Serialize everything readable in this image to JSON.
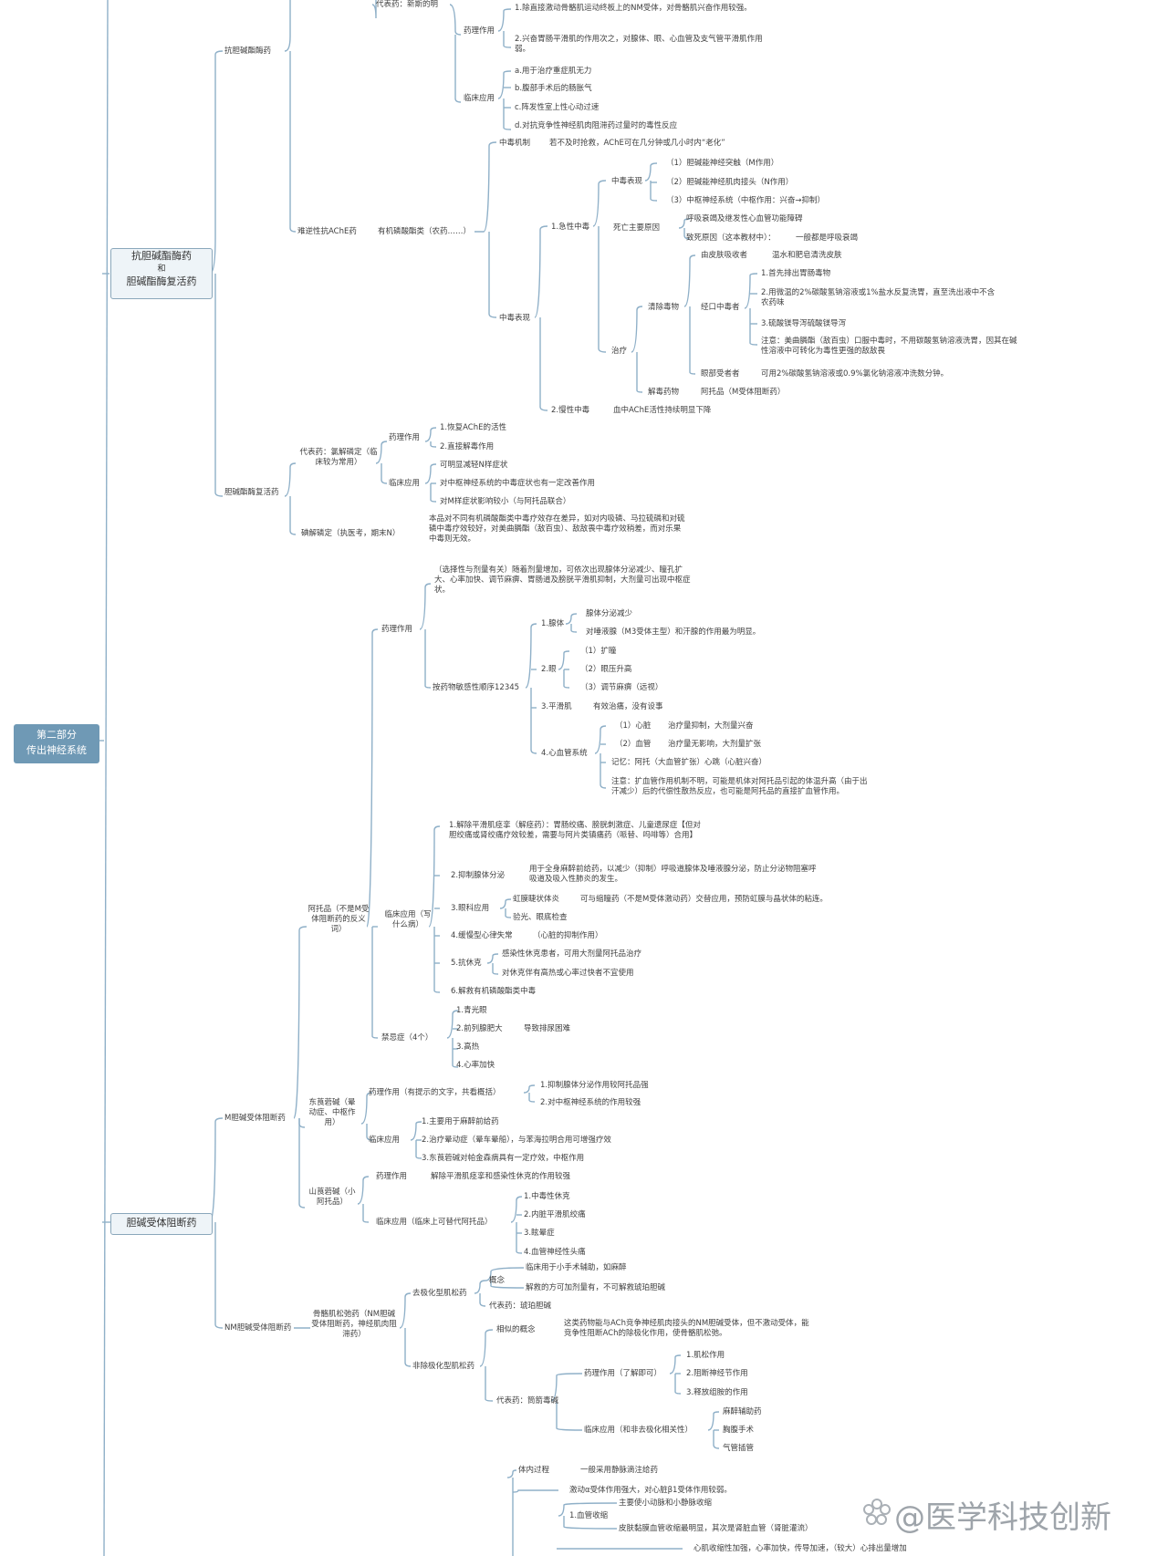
{
  "root": {
    "line1": "第二部分",
    "line2": "传出神经系统"
  },
  "sections": {
    "anti_che": {
      "line1": "抗胆碱酯酶药",
      "line2": "和",
      "line3": "胆碱酯酶复活药"
    },
    "cholinoceptor": {
      "label": "胆碱受体阻断药"
    }
  },
  "nodes": {
    "n001": "代表药：新斯的明",
    "n002": "药理作用",
    "n003": "1.除直接激动骨骼肌运动终板上的NM受体，对骨骼肌兴奋作用较强。",
    "n004": "2.兴奋胃肠平滑肌的作用次之，对腺体、眼、心血管及支气管平滑肌作用弱。",
    "n005": "抗胆碱酯酶药",
    "n006": "临床应用",
    "n007": "a.用于治疗重症肌无力",
    "n008": "b.腹部手术后的肠胀气",
    "n009": "c.阵发性室上性心动过速",
    "n010": "d.对抗竞争性神经肌肉阻滞药过量时的毒性反应",
    "n011": "中毒机制",
    "n012": "若不及时抢救，AChE可在几分钟或几小时内“老化”",
    "n013": "中毒表现",
    "n014": "（1）胆碱能神经突触（M作用）",
    "n015": "（2）胆碱能神经肌肉接头（N作用）",
    "n016": "（3）中枢神经系统（中枢作用：兴奋→抑制）",
    "n017": "死亡主要原因",
    "n018": "呼吸衰竭及继发性心血管功能障碍",
    "n019": "致死原因（这本教材中）：",
    "n020": "一般都是呼吸衰竭",
    "n021": "1.急性中毒",
    "n022": "难逆性抗AChE药",
    "n023": "有机磷酸酯类（农药……）",
    "n024": "由皮肤吸收者",
    "n025": "温水和肥皂清洗皮肤",
    "n026": "1.首先排出胃肠毒物",
    "n027": "2.用微温的2%碳酸氢钠溶液或1%盐水反复洗胃，直至洗出液中不含农药味",
    "n028": "经口中毒者",
    "n029": "3.硫酸镁导泻硫酸镁导泻",
    "n030": "注意：美曲膦酯（敌百虫）口服中毒时，不用碳酸氢钠溶液洗胃，因其在碱性溶液中可转化为毒性更强的敌敌畏",
    "n031": "清除毒物",
    "n032": "治疗",
    "n033": "眼部受者者",
    "n034": "可用2%碳酸氢钠溶液或0.9%氯化钠溶液冲洗数分钟。",
    "n035": "解毒药物",
    "n036": "阿托品（M受体阻断药）",
    "n037": "中毒表现",
    "n038": "2.慢性中毒",
    "n039": "血中AChE活性持续明显下降",
    "n040": "药理作用",
    "n041": "1.恢复AChE的活性",
    "n042": "2.直接解毒作用",
    "n043": "代表药：氯解磷定（临床较为常用）",
    "n044": "可明显减轻N样症状",
    "n045": "对中枢神经系统的中毒症状也有一定改善作用",
    "n046": "对M样症状影响较小（与阿托品联合）",
    "n047": "胆碱酯酶复活药",
    "n048": "临床应用",
    "n049": "碘解磷定（执医考，期末N）",
    "n050": "本品对不同有机磷酸酯类中毒疗效存在差异，如对内吸磷、马拉硫磷和对硫磷中毒疗效较好，对美曲膦酯（敌百虫）、敌敌畏中毒疗效稍差，而对乐果中毒则无效。",
    "n051": "（选择性与剂量有关）随着剂量增加，可依次出现腺体分泌减少、瞳孔扩大、心率加快、调节麻痹、胃肠道及膀胱平滑肌抑制，大剂量可出现中枢症状。",
    "n052": "药理作用",
    "n053": "1.腺体",
    "n054": "腺体分泌减少",
    "n055": "对唾液腺（M3受体主型）和汗腺的作用最为明显。",
    "n056": "（1）扩瞳",
    "n057": "2.眼",
    "n058": "（2）眼压升高",
    "n059": "（3）调节麻痹（远视）",
    "n060": "按药物敏感性顺序12345",
    "n061": "3.平滑肌",
    "n062": "有效治痛，没有设事",
    "n063": "（1）心脏",
    "n064": "治疗量抑制，大剂量兴奋",
    "n065": "（2）血管",
    "n066": "治疗量无影响，大剂量扩张",
    "n067": "4.心血管系统",
    "n068": "记忆：阿托（大血管扩张）心跳（心脏兴奋）",
    "n069": "注意：扩血管作用机制不明，可能是机体对阿托品引起的体温升高（由于出汗减少）后的代偿性散热反应，也可能是阿托品的直接扩血管作用。",
    "n070": "1.解除平滑肌痉挛（解痉药）：胃肠绞痛、膀胱刺激症、儿童遗尿症【但对胆绞痛或肾绞痛疗效较差，需要与阿片类镇痛药（哌替、吗啡等）合用】",
    "n071": "2.抑制腺体分泌",
    "n072": "用于全身麻醉前给药，以减少（抑制）呼吸道腺体及唾液腺分泌，防止分泌物阻塞呼吸道及吸入性肺炎的发生。",
    "n073": "阿托品（不是M受体阻断药的反义词）",
    "n074": "临床应用（写什么病）",
    "n075": "虹膜睫状体炎",
    "n076": "可与缩瞳药（不是M受体激动药）交替应用，预防虹膜与晶状体的粘连。",
    "n077": "3.眼科应用",
    "n078": "验光、眼底检查",
    "n079": "4.缓慢型心律失常",
    "n080": "（心脏的抑制作用）",
    "n081": "感染性休克患者，可用大剂量阿托品治疗",
    "n082": "5.抗休克",
    "n083": "对休克伴有高热或心率过快者不宜使用",
    "n084": "6.解救有机磷酸酯类中毒",
    "n085": "1.青光眼",
    "n086": "禁忌症（4个）",
    "n087": "2.前列腺肥大",
    "n088": "导致排尿困难",
    "n089": "3.高热",
    "n090": "4.心率加快",
    "n091": "东莨菪碱（晕动症、中枢作用）",
    "n092": "药理作用（有提示的文字，共看概括）",
    "n093": "1.抑制腺体分泌作用较阿托品强",
    "n094": "2.对中枢神经系统的作用较强",
    "n095": "M胆碱受体阻断药",
    "n096": "临床应用",
    "n097": "1.主要用于麻醉前给药",
    "n098": "2.治疗晕动症（晕车晕船），与苯海拉明合用可增强疗效",
    "n099": "3.东莨菪碱对帕金森病具有一定疗效，中枢作用",
    "n100": "山莨菪碱（小阿托品）",
    "n101": "药理作用",
    "n102": "解除平滑肌痉挛和感染性休克的作用较强",
    "n103": "1.中毒性休克",
    "n104": "2.内脏平滑肌绞痛",
    "n105": "临床应用（临床上可替代阿托品）",
    "n106": "3.眩晕症",
    "n107": "4.血管神经性头痛",
    "n108": "去极化型肌松药",
    "n109": "临床用于小手术辅助，如麻醉",
    "n110": "概念",
    "n111": "解救的方可加剂量有，不可解救琥珀胆碱",
    "n112": "代表药：琥珀胆碱",
    "n113": "NM胆碱受体阻断药",
    "n114": "骨骼肌松弛药（NM胆碱受体阻断药，神经肌肉阻滞药）",
    "n115": "相似的概念",
    "n116": "这类药物能与ACh竞争神经肌肉接头的NM胆碱受体，但不激动受体，能竞争性阻断ACh的除极化作用，使骨骼肌松弛。",
    "n117": "非除极化型肌松药",
    "n118": "1.肌松作用",
    "n119": "药理作用（了解即可）",
    "n120": "2.阻断神经节作用",
    "n121": "3.释放组胺的作用",
    "n122": "代表药：筒箭毒碱",
    "n123": "麻醉辅助药",
    "n124": "临床应用（和非去极化相关性）",
    "n125": "胸腹手术",
    "n126": "气管插管",
    "n127": "体内过程",
    "n128": "一般采用静脉滴注给药",
    "n129": "激动α受体作用强大，对心脏β1受体作用较弱。",
    "n130": "主要使小动脉和小静脉收缩",
    "n131": "1.血管收缩",
    "n132": "皮肤黏膜血管收缩最明显，其次是肾脏血管（肾脏灌流）",
    "n133": "心肌收缩性加强，心率加快，传导加速，（较大）心排出量增加"
  },
  "watermark": {
    "icon": "asterisk-flower-icon",
    "text": "@医学科技创新"
  },
  "colors": {
    "root_bg": "#6f99b5",
    "box_border": "#8aa7bb",
    "box_bg": "#eef4f8",
    "line": "#8fb0c8",
    "text": "#3f3f3f"
  }
}
